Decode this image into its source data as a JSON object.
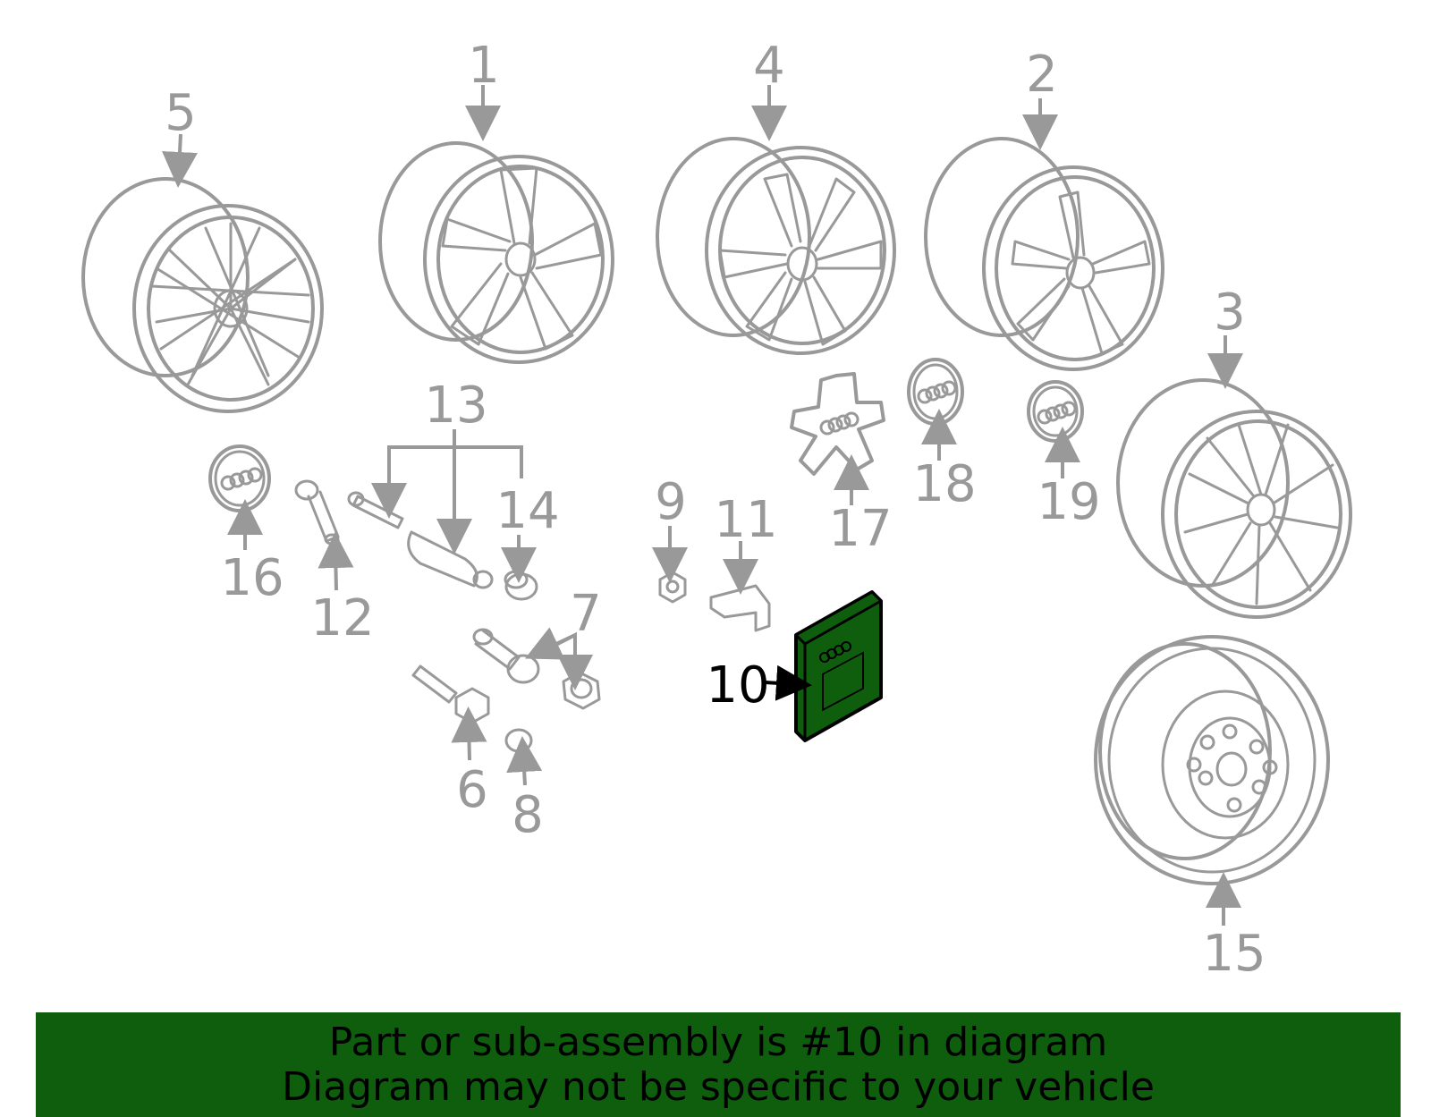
{
  "callouts": [
    {
      "id": "1",
      "label": "1"
    },
    {
      "id": "2",
      "label": "2"
    },
    {
      "id": "3",
      "label": "3"
    },
    {
      "id": "4",
      "label": "4"
    },
    {
      "id": "5",
      "label": "5"
    },
    {
      "id": "6",
      "label": "6"
    },
    {
      "id": "7",
      "label": "7"
    },
    {
      "id": "8",
      "label": "8"
    },
    {
      "id": "9",
      "label": "9"
    },
    {
      "id": "10",
      "label": "10",
      "highlighted": true
    },
    {
      "id": "11",
      "label": "11"
    },
    {
      "id": "12",
      "label": "12"
    },
    {
      "id": "13",
      "label": "13"
    },
    {
      "id": "14",
      "label": "14"
    },
    {
      "id": "15",
      "label": "15"
    },
    {
      "id": "16",
      "label": "16"
    },
    {
      "id": "17",
      "label": "17"
    },
    {
      "id": "18",
      "label": "18"
    },
    {
      "id": "19",
      "label": "19"
    }
  ],
  "banner": {
    "line1": "Part or sub-assembly is #10 in diagram",
    "line2": "Diagram may not be specific to your vehicle",
    "background": "#0e5e0e"
  },
  "colors": {
    "part_line": "#999999",
    "highlight_fill": "#0e5e0e",
    "highlight_label": "#000000"
  }
}
